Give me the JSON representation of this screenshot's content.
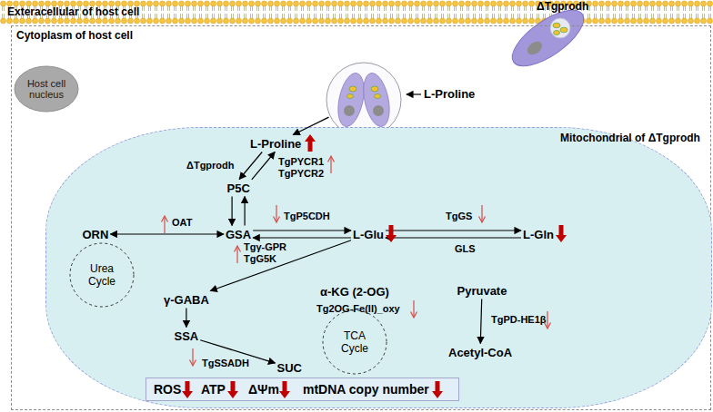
{
  "diagram": {
    "nodes": [
      {
        "text": [
          "Exteracellular of host cell"
        ]
      },
      {
        "text": [
          "ΔTgprodh"
        ]
      },
      {
        "text": [
          "Cytoplasm of host cell"
        ]
      },
      {
        "text": [
          "Host cell nucleus"
        ],
        "in": 2
      },
      {
        "text": [
          "L-Proline"
        ],
        "in": 2
      },
      {
        "text": [
          "Mitochondrial of ΔTgprodh"
        ],
        "in": 2
      },
      {
        "text": [
          "L-Proline"
        ],
        "in": 5
      },
      {
        "text": [
          "P5C"
        ],
        "in": 5
      },
      {
        "text": [
          "GSA"
        ],
        "in": 5
      },
      {
        "text": [
          "ORN"
        ],
        "in": 5
      },
      {
        "text": [
          "L-Glu"
        ],
        "in": 5
      },
      {
        "text": [
          "L-Gln"
        ],
        "in": 5
      },
      {
        "text": [
          "Urea Cycle"
        ],
        "in": 5
      },
      {
        "text": [
          "γ-GABA"
        ],
        "in": 5
      },
      {
        "text": [
          "α-KG (2-OG)"
        ],
        "in": 5
      },
      {
        "text": [
          "Pyruvate"
        ],
        "in": 5
      },
      {
        "text": [
          "SSA"
        ],
        "in": 5
      },
      {
        "text": [
          "TCA Cycle"
        ],
        "in": 5
      },
      {
        "text": [
          "SUC"
        ],
        "in": 5
      },
      {
        "text": [
          "Acetyl-CoA"
        ],
        "in": 5
      },
      {
        "text": [
          "ROS",
          "ATP",
          "ΔΨm",
          "mtDNA copy number"
        ],
        "in": 5
      }
    ],
    "edges": [
      {
        "from": 4,
        "to": 6,
        "arrow": "to"
      },
      {
        "from": 6,
        "to": 7,
        "arrow": "to"
      },
      {
        "from": 7,
        "to": 6,
        "arrow": "to"
      },
      {
        "from": 7,
        "to": 8,
        "arrow": "to"
      },
      {
        "from": 8,
        "to": 7,
        "arrow": "to"
      },
      {
        "from": 9,
        "to": 8,
        "arrow": "both"
      },
      {
        "from": 8,
        "to": 10,
        "arrow": "to"
      },
      {
        "from": 10,
        "to": 8,
        "arrow": "to"
      },
      {
        "from": 10,
        "to": 11,
        "arrow": "to"
      },
      {
        "from": 11,
        "to": 10,
        "arrow": "to"
      },
      {
        "from": 10,
        "to": 13,
        "arrow": "to"
      },
      {
        "from": 13,
        "to": 16,
        "arrow": "to"
      },
      {
        "from": 16,
        "to": 18,
        "arrow": "to"
      },
      {
        "from": 15,
        "to": 19,
        "arrow": "to"
      }
    ],
    "labels": [
      "ΔTgprodh",
      "TgPYCR1",
      "TgPYCR2",
      "OAT",
      "TgP5CDH",
      "Tgγ-GPR",
      "TgG5K",
      "TgGS",
      "GLS",
      "Tg2OG-Fe(II)_oxy",
      "TgPD-HE1β",
      "TgSSADH"
    ]
  }
}
